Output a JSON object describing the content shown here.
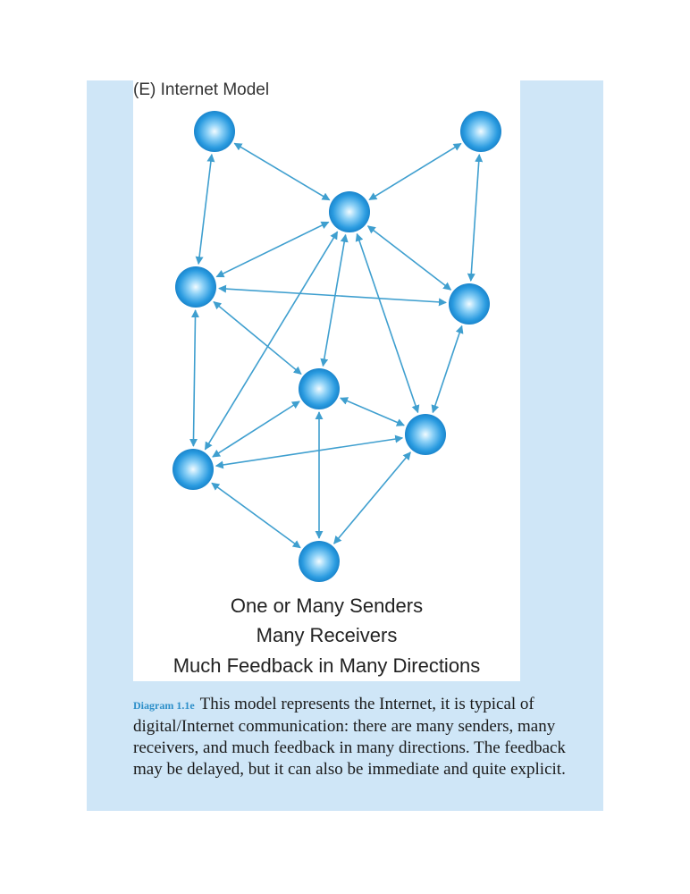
{
  "figure": {
    "title": "(E) Internet Model",
    "summary_lines": [
      "One or Many Senders",
      "Many Receivers",
      "Much Feedback in Many Directions"
    ]
  },
  "caption": {
    "label": "Diagram 1.1e",
    "text": "This model represents the Internet, it is typical of digital/Internet communication: there are many senders, many receivers, and much feedback in many directions. The feedback may be delayed, but it can also be immediate and quite explicit."
  },
  "colors": {
    "panel_background": "#cfe6f7",
    "node_core": "#eaf7ff",
    "node_edge": "#1e8fd6",
    "arrow": "#3f9fcf",
    "caption_label": "#2d8fc9"
  },
  "diagram": {
    "nodes": [
      {
        "id": "n1"
      },
      {
        "id": "n2"
      },
      {
        "id": "n3"
      },
      {
        "id": "n4"
      },
      {
        "id": "n5"
      },
      {
        "id": "n6"
      },
      {
        "id": "n7"
      },
      {
        "id": "n8"
      },
      {
        "id": "n9"
      }
    ],
    "edges": [
      [
        "n1",
        "n3"
      ],
      [
        "n1",
        "n4"
      ],
      [
        "n2",
        "n3"
      ],
      [
        "n2",
        "n5"
      ],
      [
        "n3",
        "n4"
      ],
      [
        "n3",
        "n6"
      ],
      [
        "n3",
        "n7"
      ],
      [
        "n3",
        "n5"
      ],
      [
        "n3",
        "n8"
      ],
      [
        "n4",
        "n5"
      ],
      [
        "n4",
        "n6"
      ],
      [
        "n4",
        "n8"
      ],
      [
        "n5",
        "n7"
      ],
      [
        "n6",
        "n7"
      ],
      [
        "n6",
        "n8"
      ],
      [
        "n6",
        "n9"
      ],
      [
        "n7",
        "n8"
      ],
      [
        "n7",
        "n9"
      ],
      [
        "n8",
        "n9"
      ]
    ]
  }
}
